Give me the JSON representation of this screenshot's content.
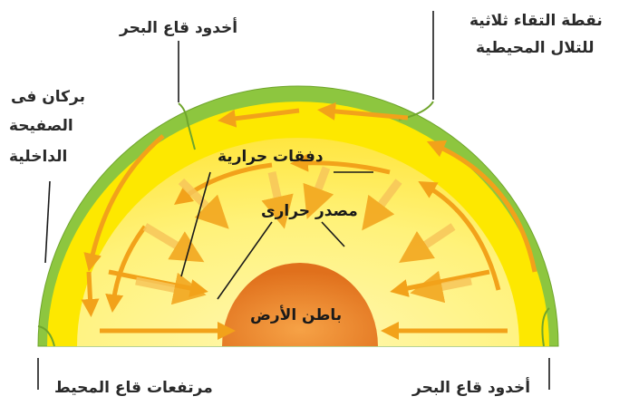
{
  "labels": {
    "trench_top": "أخدود قاع البحر",
    "triple_junction_line1": "نقطة التقاء ثلاثية",
    "triple_junction_line2": "للتلال المحيطية",
    "volcano_line1": "بركان فى",
    "volcano_line2": "الصفيحة",
    "volcano_line3": "الداخلية",
    "heat_flows": "دفقات حرارية",
    "heat_source": "مصدر حرارى",
    "earth_interior": "باطن الأرض",
    "ocean_ridges": "مرتفعات قاع المحيط",
    "trench_bottom": "أخدود قاع البحر"
  },
  "colors": {
    "crust": "#8dc63f",
    "mantle_outer": "#fde800",
    "mantle_inner": "#fff27a",
    "core": "#f08a2b",
    "arrows": "#f2a21a"
  }
}
